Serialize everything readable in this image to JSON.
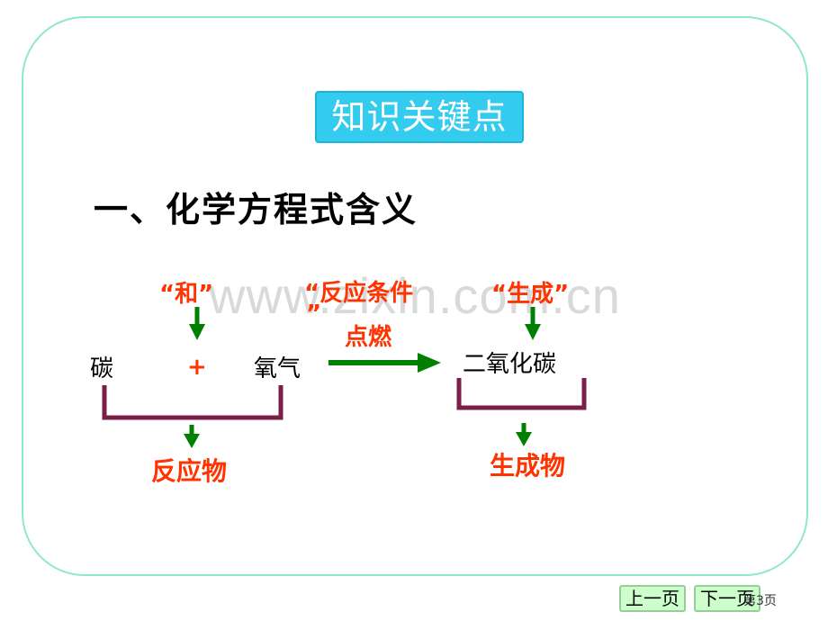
{
  "slide": {
    "badge": "知识关键点",
    "heading": "一、化学方程式含义",
    "watermark": "www.zixin.com.cn"
  },
  "diagram": {
    "and_label": "“和”",
    "condition_label_line1": "“反应条件",
    "condition_label_line2": "”",
    "ignite": "点燃",
    "produce_label": "“生成”",
    "reactant_1": "碳",
    "plus": "+",
    "reactant_2": "氧气",
    "product": "二氧化碳",
    "reactants_caption": "反应物",
    "products_caption": "生成物"
  },
  "nav": {
    "prev": "上一页",
    "next": "下一页",
    "page_indicator": "第3页"
  },
  "colors": {
    "badge": "#33ccee",
    "annotation": "#ff3300",
    "arrow": "#008000",
    "bracket": "#7a1f4a",
    "panel_border": "#8fe8c8",
    "nav_button": "#ccffcc"
  }
}
